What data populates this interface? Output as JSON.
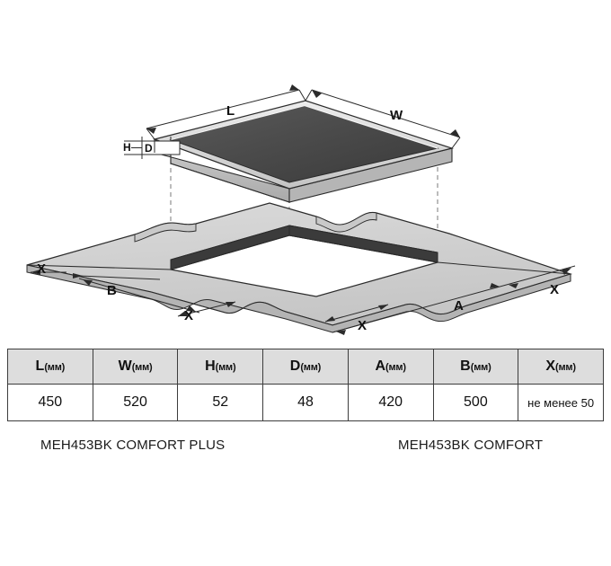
{
  "diagram": {
    "title": "cooktop-installation-dimensions",
    "labels": {
      "length": "L",
      "width": "W",
      "height": "H",
      "depth": "D",
      "cutout_a": "A",
      "cutout_b": "B",
      "clearance": "X"
    },
    "colors": {
      "glass_dark": "#4a4a4a",
      "glass_darker": "#3a3a3a",
      "frame_light": "#d8d8d8",
      "frame_mid": "#b8b8b8",
      "counter_top": "#d2d2d2",
      "counter_edge": "#bdbdbd",
      "cutout_wall": "#3b3b3b",
      "line": "#2b2b2b",
      "dashed": "#8a8a8a"
    }
  },
  "table": {
    "headers": [
      {
        "symbol": "L",
        "unit": "(мм)"
      },
      {
        "symbol": "W",
        "unit": "(мм)"
      },
      {
        "symbol": "H",
        "unit": "(мм)"
      },
      {
        "symbol": "D",
        "unit": "(мм)"
      },
      {
        "symbol": "A",
        "unit": "(мм)"
      },
      {
        "symbol": "B",
        "unit": "(мм)"
      },
      {
        "symbol": "X",
        "unit": "(мм)"
      }
    ],
    "values": [
      "450",
      "520",
      "52",
      "48",
      "420",
      "500",
      "не менее 50"
    ]
  },
  "captions": {
    "left": "MEH453BK COMFORT PLUS",
    "right": "MEH453BK COMFORT"
  }
}
